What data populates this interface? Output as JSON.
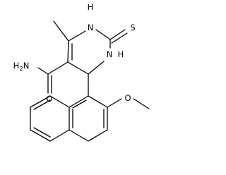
{
  "molecule": {
    "atoms": {
      "nh_top": "H",
      "n_top": "N",
      "s_label": "S",
      "n_bottom": "N",
      "nh_bottom": "H",
      "nh2_amide": "H2N",
      "o_amide": "O",
      "o_methoxy": "O"
    },
    "colors": {
      "bond": "#000000",
      "label": "#000000",
      "background": "#ffffff"
    }
  }
}
